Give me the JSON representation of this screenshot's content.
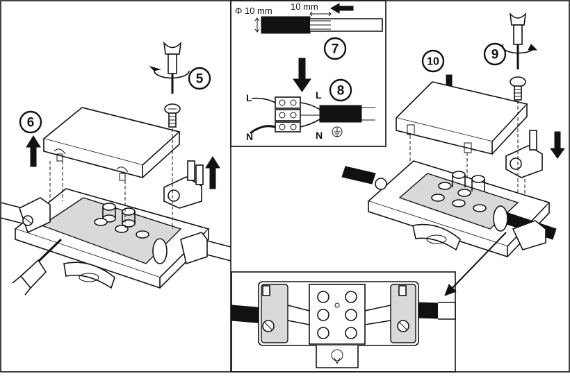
{
  "steps": {
    "s5": "5",
    "s6": "6",
    "s7": "7",
    "s8": "8",
    "s9": "9",
    "s10": "10"
  },
  "inset": {
    "diameter_label": "Φ 10 mm",
    "strip_label": "10 mm",
    "terminal_L_left": "L",
    "terminal_L_right": "L",
    "terminal_N_left": "N",
    "terminal_N_right": "N",
    "ground_icon": "earth-ground-icon"
  },
  "colors": {
    "line": "#111111",
    "paper": "#ffffff",
    "shade": "#d9d9d9"
  }
}
